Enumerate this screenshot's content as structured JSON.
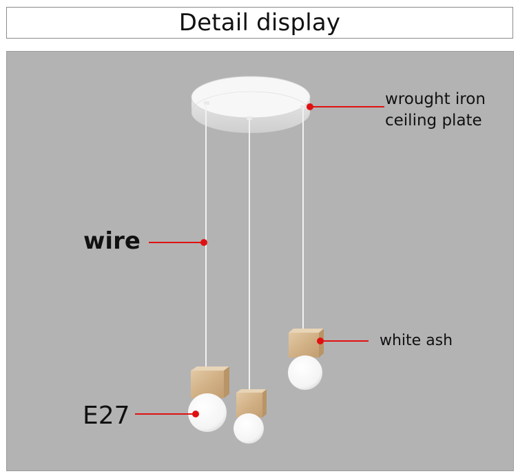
{
  "header": {
    "title": "Detail display"
  },
  "callouts": {
    "ceiling_plate": [
      "wrought iron",
      "ceiling plate"
    ],
    "wire": "wire",
    "socket_wood": "white ash",
    "bulb": "E27"
  },
  "colors": {
    "panel_background": "#b3b3b3",
    "pointer_red": "#e01010",
    "fixture_white": "#ffffff",
    "wood": "#d7b992"
  }
}
